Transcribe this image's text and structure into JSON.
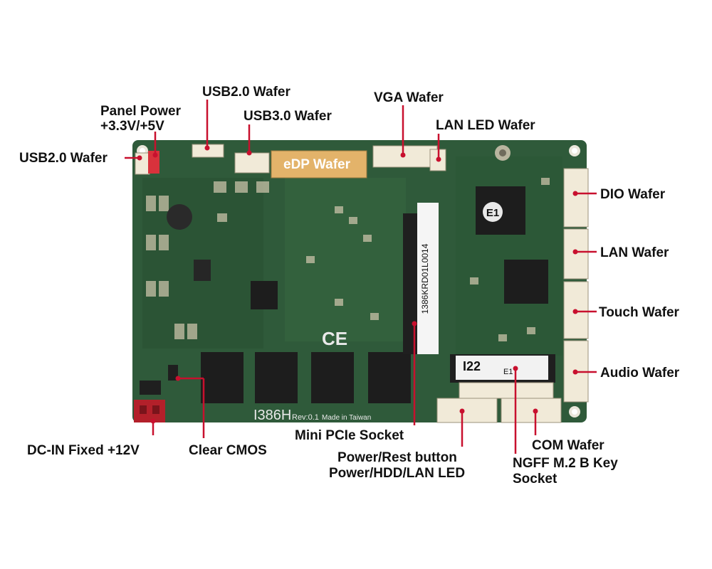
{
  "colors": {
    "pcb": "#2f5a3a",
    "pcb_dark": "#1f3f29",
    "leader": "#c8102e",
    "label": "#111111",
    "connector": "#f1ead8",
    "edp_connector": "#e3b36a",
    "dc_in": "#b3202a"
  },
  "labels": {
    "usb20_top": "USB2.0 Wafer",
    "panel_power_line1": "Panel Power",
    "panel_power_line2": "+3.3V/+5V",
    "usb20_left": "USB2.0 Wafer",
    "usb30": "USB3.0 Wafer",
    "vga": "VGA Wafer",
    "lan_led": "LAN LED Wafer",
    "edp": "eDP Wafer",
    "dio": "DIO Wafer",
    "lan": "LAN Wafer",
    "touch": "Touch Wafer",
    "audio": "Audio Wafer",
    "dc_in": "DC-IN Fixed +12V",
    "clear_cmos": "Clear CMOS",
    "mini_pcie": "Mini PCIe Socket",
    "power_reset_line1": "Power/Rest button",
    "power_reset_line2": "Power/HDD/LAN LED",
    "com": "COM Wafer",
    "ngff_line1": "NGFF M.2 B Key",
    "ngff_line2": "Socket"
  },
  "board_markings": {
    "model": "I386H",
    "revision": "Rev:0.1",
    "origin": "Made in Taiwan",
    "ce_mark": "CE",
    "chip_mark": "E1",
    "m2_mark": "I22",
    "m2_sub": "E1",
    "barcode": "1386KRD01L0014"
  }
}
